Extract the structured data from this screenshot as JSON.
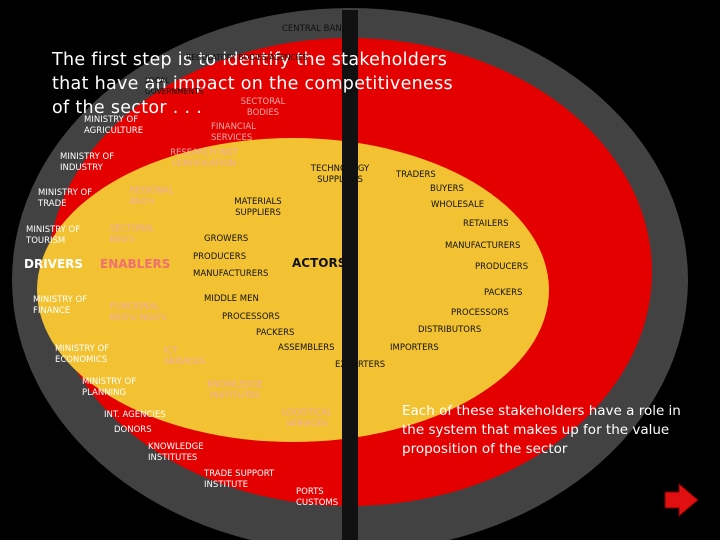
{
  "headline": "The first step is to identify the stakeholders that have an impact on the competitiveness of the sector . . .",
  "note": "Each of these stakeholders have a role in the system that makes up for the value proposition of the sector",
  "colors": {
    "outer": "#424242",
    "middle": "#e50000",
    "inner": "#f2c232",
    "divider": "#111111",
    "arrow": "#e01010"
  },
  "drivers": {
    "title": "DRIVERS",
    "items": [
      "CENTRAL BANK",
      "REGULATORY BODIES/AGENCIES",
      "LOCAL GOVERNMENTS",
      "MINISTRY OF AGRICULTURE",
      "MINISTRY OF INDUSTRY",
      "MINISTRY OF TRADE",
      "MINISTRY OF TOURISM",
      "MINISTRY OF FINANCE",
      "MINISTRY OF ECONOMICS",
      "MINISTRY OF PLANNING",
      "INT. AGENCIES",
      "DONORS",
      "KNOWLEDGE INSTITUTES",
      "TRADE SUPPORT INSTITUTE",
      "PORTS CUSTOMS"
    ]
  },
  "enablers": {
    "title": "ENABLERS",
    "items": [
      "FINANCIAL SERVICES",
      "RESEARCH INST CERTIFICATION",
      "REGIONAL BSO's",
      "SECTORAL BSO's",
      "FUNCIONAL BSO's/ NGO's",
      "ICT SERVICES",
      "KNOWLEDGE INSTITUTES",
      "LOGISTICAL SERVICES",
      "SECTORAL BODIES"
    ]
  },
  "actors": {
    "title": "ACTORS",
    "inner_items": [
      "TECHNOLOGY SUPPLIERS",
      "MATERIALS SUPPLIERS",
      "GROWERS",
      "PRODUCERS",
      "MANUFACTURERS",
      "MIDDLE MEN",
      "PROCESSORS",
      "PACKERS",
      "ASSEMBLERS"
    ],
    "outer_items": [
      "TRADERS",
      "BUYERS",
      "WHOLESALE",
      "RETAILERS",
      "MANUFACTURERS",
      "PRODUCERS",
      "PACKERS",
      "PROCESSORS",
      "DISTRIBUTORS",
      "IMPORTERS",
      "EXPORTERS"
    ]
  }
}
